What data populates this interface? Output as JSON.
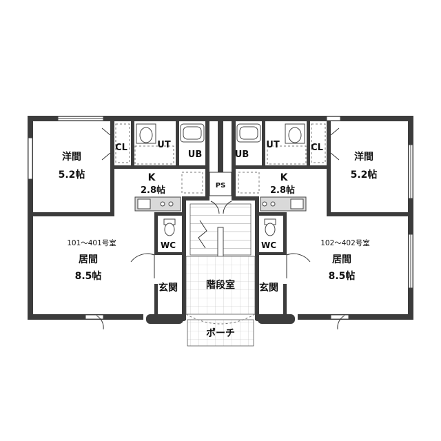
{
  "rooms": {
    "west_bedroom": "洋間",
    "west_bedroom_size": "5.2帖",
    "east_bedroom": "洋間",
    "east_bedroom_size": "5.2帖",
    "west_closet": "CL",
    "east_closet": "CL",
    "west_utility": "UT",
    "east_utility": "UT",
    "west_bath": "UB",
    "east_bath": "UB",
    "west_kitchen": "K",
    "west_kitchen_size": "2.8帖",
    "east_kitchen": "K",
    "east_kitchen_size": "2.8帖",
    "pipe_space": "PS",
    "west_unit_numbers": "101～401号室",
    "east_unit_numbers": "102～402号室",
    "west_living": "居間",
    "west_living_size": "8.5帖",
    "east_living": "居間",
    "east_living_size": "8.5帖",
    "west_toilet": "WC",
    "east_toilet": "WC",
    "west_entrance": "玄関",
    "east_entrance": "玄関",
    "stairwell": "階段室",
    "porch": "ポーチ"
  }
}
